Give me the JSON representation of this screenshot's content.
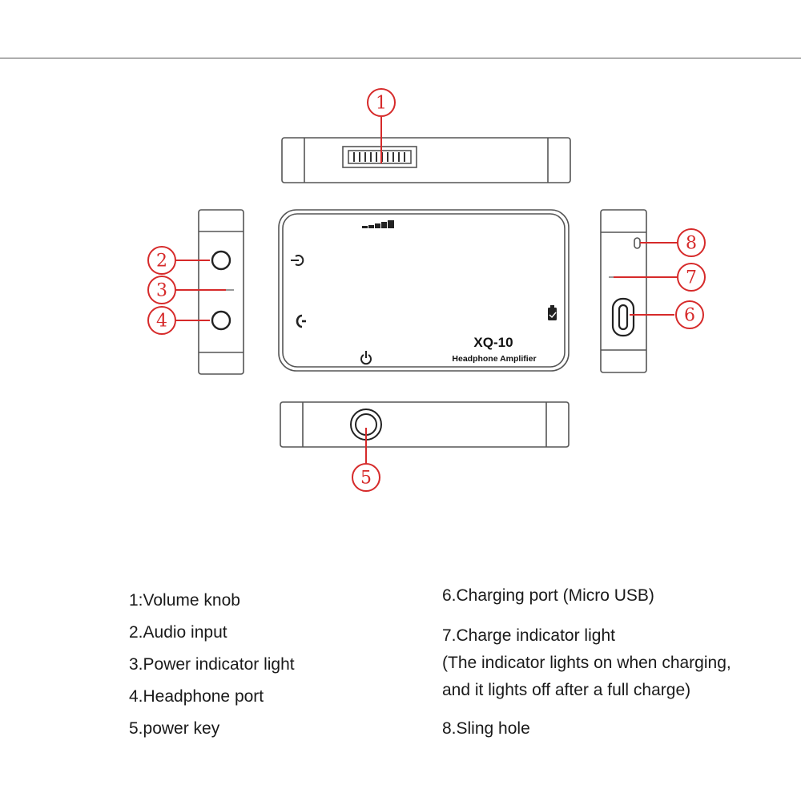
{
  "device": {
    "model": "XQ-10",
    "subtitle": "Headphone Amplifier"
  },
  "callouts": [
    {
      "number": "1",
      "target": "volume-knob"
    },
    {
      "number": "2",
      "target": "audio-input-port"
    },
    {
      "number": "3",
      "target": "power-indicator-light"
    },
    {
      "number": "4",
      "target": "headphone-port"
    },
    {
      "number": "5",
      "target": "power-key"
    },
    {
      "number": "6",
      "target": "charging-port"
    },
    {
      "number": "7",
      "target": "charge-indicator-light"
    },
    {
      "number": "8",
      "target": "sling-hole"
    }
  ],
  "legend": {
    "left": [
      "1:Volume knob",
      "2.Audio input",
      "3.Power indicator light",
      "4.Headphone port",
      "5.power key"
    ],
    "right": [
      "6.Charging port (Micro USB)",
      "7.Charge indicator light",
      "(The indicator lights on when charging,",
      "and it lights off after a full charge)",
      "8.Sling hole"
    ]
  },
  "colors": {
    "callout": "#d62a2a",
    "outline": "#555555",
    "text": "#1a1a1a"
  }
}
